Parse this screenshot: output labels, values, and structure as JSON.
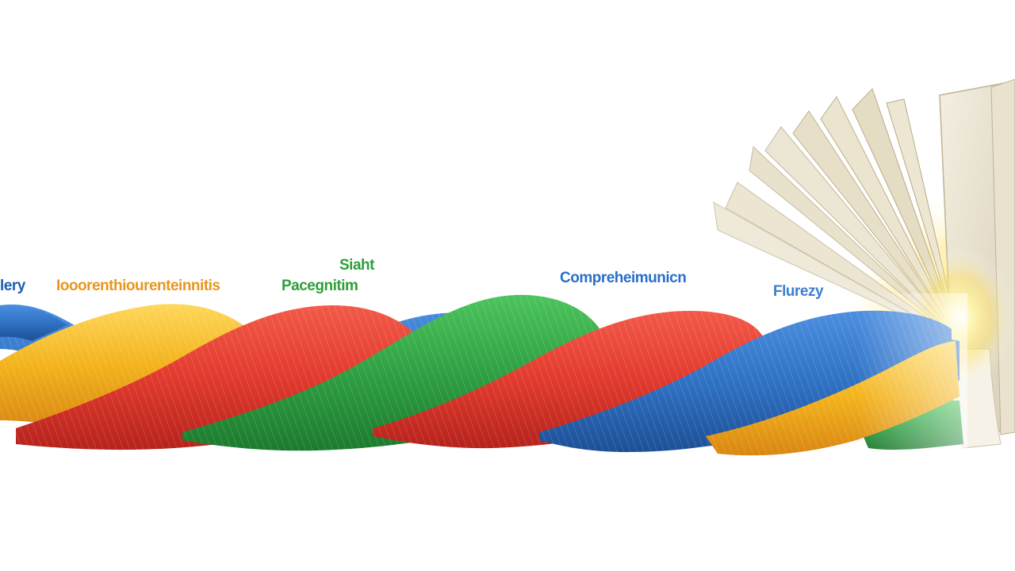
{
  "labels": {
    "vocabulary": "lery",
    "phonological": "Iooorenthiourenteinnitis",
    "sight_line1": "Siaht",
    "sight_line2": "Pacegnitim",
    "comprehension": "Compreheimunicn",
    "fluency": "Flurezy"
  },
  "colors": {
    "background": "#ffffff",
    "vocabulary": "#1a5fb4",
    "phonological": "#e8961e",
    "sight": "#2e9e3a",
    "comprehension": "#2a6fc9",
    "fluency": "#3c7fd0",
    "strand_yellow": "#f2b21c",
    "strand_red": "#e23a2e",
    "strand_green": "#2fa043",
    "strand_blue": "#2f72c4",
    "book_glow": "#fff3a8"
  },
  "illustration": {
    "subject": "braided rope of colored strands ending in an open glowing book",
    "icons": [
      "rope-icon",
      "open-book-icon",
      "light-burst-icon"
    ]
  }
}
